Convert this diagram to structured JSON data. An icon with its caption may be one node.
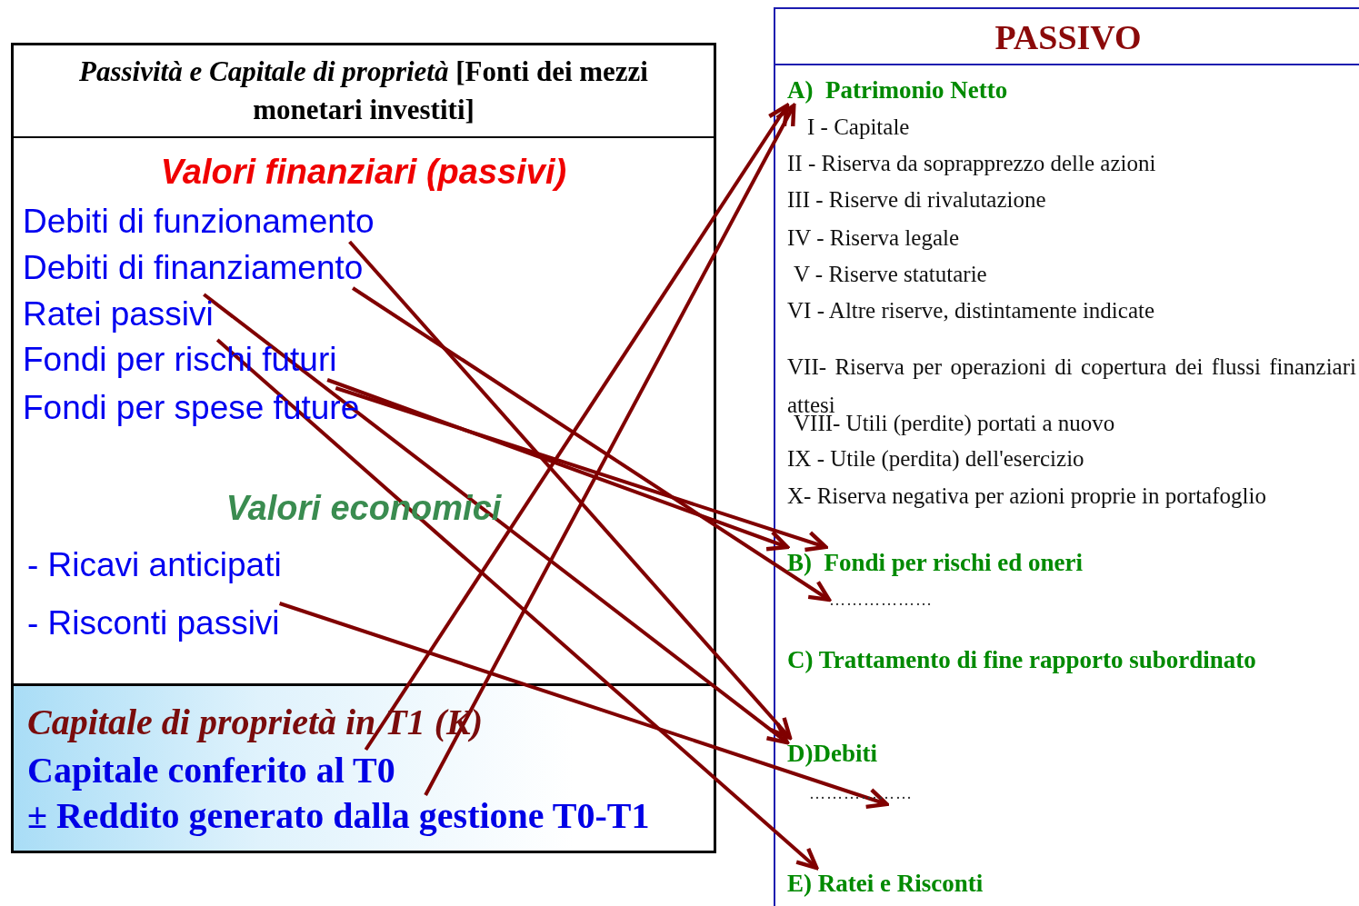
{
  "diagram": {
    "nodes": [
      {
        "text": [
          "*Passività e Capitale di proprietà* [Fonti dei mezzi monetari investiti]"
        ]
      },
      {
        "text": [
          "Debiti di funzionamento"
        ],
        "in": 0
      },
      {
        "text": [
          "Debiti di finanziamento"
        ],
        "in": 0
      },
      {
        "text": [
          "Ratei passivi"
        ],
        "in": 0
      },
      {
        "text": [
          "Fondi per rischi futuri"
        ],
        "in": 0
      },
      {
        "text": [
          "Fondi per spese future"
        ],
        "in": 0
      },
      {
        "text": [
          "- Ricavi anticipati"
        ],
        "in": 0
      },
      {
        "text": [
          "- Risconti passivi"
        ],
        "in": 0
      },
      {
        "text": [
          "Capitale di proprietà in T1 (K)"
        ],
        "in": 0
      },
      {
        "text": [
          "Capitale conferito al T0"
        ],
        "in": 8
      },
      {
        "text": [
          "± Reddito generato dalla gestione T0-T1"
        ],
        "in": 8
      },
      {
        "text": [
          "PASSIVO"
        ]
      },
      {
        "text": [
          "A)  Patrimonio Netto"
        ],
        "in": 11
      },
      {
        "text": [
          "B)  Fondi per rischi ed oneri"
        ],
        "in": 11
      },
      {
        "text": [
          "………………"
        ],
        "in": 11
      },
      {
        "text": [
          "C) Trattamento di fine rapporto subordinato"
        ],
        "in": 11
      },
      {
        "text": [
          "D)Debiti"
        ],
        "in": 11
      },
      {
        "text": [
          "………………"
        ],
        "in": 11
      },
      {
        "text": [
          "E) Ratei e Risconti"
        ],
        "in": 11
      }
    ],
    "edges": [
      {
        "from": 1,
        "to": 16,
        "arrow": "to"
      },
      {
        "from": 2,
        "to": 14,
        "arrow": "to"
      },
      {
        "from": 3,
        "to": 16,
        "arrow": "to"
      },
      {
        "from": 4,
        "to": 18,
        "arrow": "to"
      },
      {
        "from": 4,
        "to": 13,
        "arrow": "to"
      },
      {
        "from": 5,
        "to": 13,
        "arrow": "to"
      },
      {
        "from": 7,
        "to": 17,
        "arrow": "to"
      },
      {
        "from": 9,
        "to": 12,
        "arrow": "to"
      },
      {
        "from": 10,
        "to": 12,
        "arrow": "to"
      }
    ],
    "labels": [
      "Valori finanziari (passivi)",
      "Valori economici",
      "I - Capitale",
      "II - Riserva da soprapprezzo delle azioni",
      "III - Riserve di rivalutazione",
      "IV - Riserva legale",
      "V - Riserve statutarie",
      "VI - Altre riserve, distintamente indicate",
      "VII- Riserva per operazioni di copertura dei flussi finanziari attesi",
      "VIII- Utili (perdite) portati a nuovo",
      "IX - Utile (perdita) dell'esercizio",
      "X- Riserva negativa per azioni proprie in portafoglio"
    ]
  }
}
